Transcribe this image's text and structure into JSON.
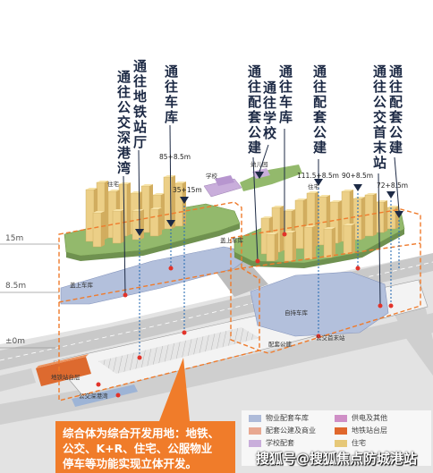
{
  "vertical_labels": [
    "通往公交深港湾",
    "通往地铁站厅",
    "通往车库",
    "通往配套公建",
    "通往学校",
    "通往车库",
    "通往配套公建",
    "通往公交首末站",
    "通往配套公建"
  ],
  "height_labels": [
    "85+8.5m",
    "35+15m",
    "111.5+8.5m",
    "90+8.5m",
    "72+8.5m"
  ],
  "elevation_labels": [
    "15m",
    "8.5m",
    "±0m"
  ],
  "area_labels": {
    "residential_left": "住宅",
    "school": "学校",
    "kindergarten": "幼儿园",
    "residential_right": "住宅",
    "podium_garage_left": "盖上车库",
    "podium_garage_mid": "盖上车库",
    "self_owned_garage": "自持车库",
    "bus_terminal": "公交首末站",
    "public_facilities": "配套公建",
    "metro_platform": "地铁站台层",
    "bus_bay": "公交深港湾"
  },
  "callout": {
    "lines": [
      "综合体为综合开发用地：地铁、",
      "公交、K+R、住宅、公服物业",
      "停车等功能实现立体开发。"
    ]
  },
  "legend": [
    {
      "label": "物业配套车库",
      "color": "#aebbd9"
    },
    {
      "label": "配套公建及商业",
      "color": "#e8a891"
    },
    {
      "label": "学校配套",
      "color": "#c9aedb"
    },
    {
      "label": "供电及其他",
      "color": "#cf8fc6"
    },
    {
      "label": "地铁站台层",
      "color": "#e0672c"
    },
    {
      "label": "住宅",
      "color": "#e6c878"
    }
  ],
  "watermark": "搜狐号@搜狐焦点防城港站",
  "colors": {
    "label_navy": "#1d2a45",
    "callout_orange": "#f07c2a",
    "podium_green": "#93b96c",
    "boundary_orange": "#ef7b2c",
    "connection_blue": "#2e6fb5",
    "node_red": "#e2332a"
  }
}
